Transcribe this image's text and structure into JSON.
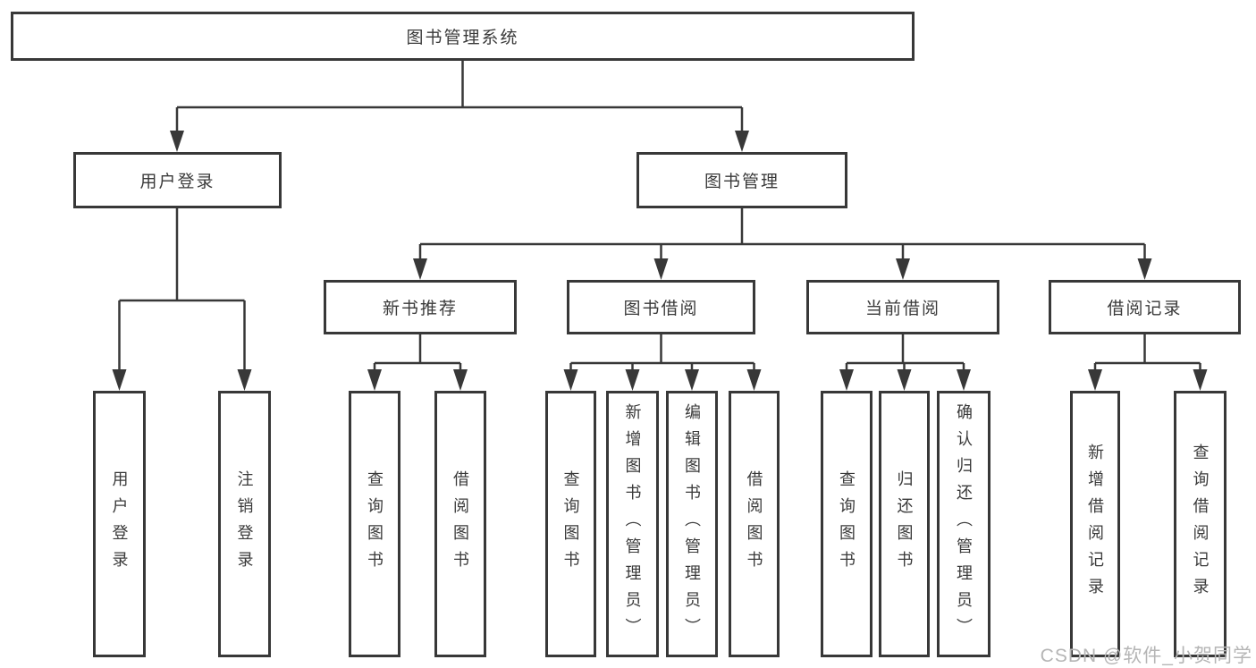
{
  "diagram": {
    "root": {
      "label": "图书管理系统"
    },
    "level2": {
      "user_login": {
        "label": "用户登录"
      },
      "book_mgmt": {
        "label": "图书管理"
      }
    },
    "level3": {
      "new_books": {
        "label": "新书推荐"
      },
      "borrow": {
        "label": "图书借阅"
      },
      "current": {
        "label": "当前借阅"
      },
      "records": {
        "label": "借阅记录"
      }
    },
    "leaves": {
      "user_login_login": {
        "label": "用户登录"
      },
      "user_login_logout": {
        "label": "注销登录"
      },
      "new_books_query": {
        "label": "查询图书"
      },
      "new_books_borrow": {
        "label": "借阅图书"
      },
      "borrow_query": {
        "label": "查询图书"
      },
      "borrow_add": {
        "label": "新增图书（管理员）"
      },
      "borrow_edit": {
        "label": "编辑图书（管理员）"
      },
      "borrow_borrow": {
        "label": "借阅图书"
      },
      "current_query": {
        "label": "查询图书"
      },
      "current_return": {
        "label": "归还图书"
      },
      "current_confirm": {
        "label": "确认归还（管理员）"
      },
      "records_add": {
        "label": "新增借阅记录"
      },
      "records_query": {
        "label": "查询借阅记录"
      }
    }
  },
  "watermark": {
    "text": "CSDN @软件_小贺同学"
  },
  "colors": {
    "line": "#383838",
    "text": "#3a3a3a",
    "watermark": "#b5b5b5",
    "background": "#ffffff"
  }
}
